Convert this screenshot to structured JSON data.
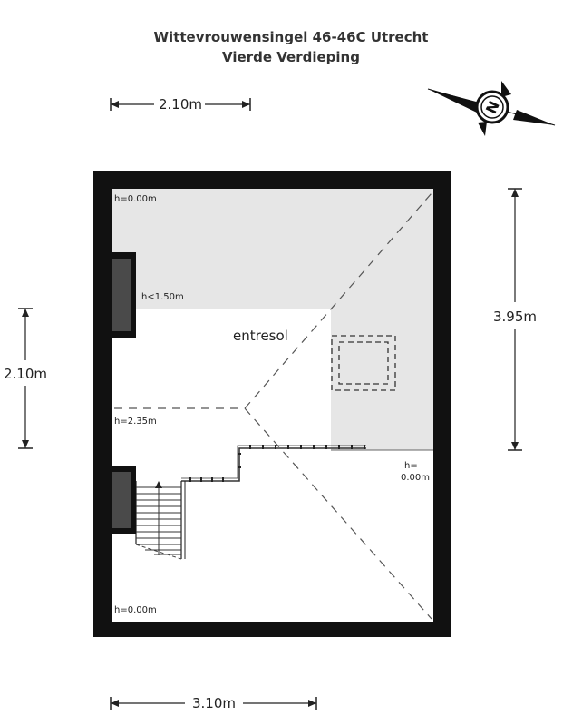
{
  "header": {
    "address": "Wittevrouwensingel 46-46C Utrecht",
    "floor": "Vierde Verdieping"
  },
  "dimensions": {
    "top_width": "2.10m",
    "right_height": "3.95m",
    "left_height": "2.10m",
    "bottom_width": "3.10m"
  },
  "room": {
    "name": "entresol"
  },
  "heights": {
    "top_left": "h=0.00m",
    "under_window": "h<1.50m",
    "middle": "h=2.35m",
    "right_label_line1": "h=",
    "right_label_line2": "0.00m",
    "bottom_left": "h=0.00m"
  },
  "compass": {
    "letter": "N"
  },
  "colors": {
    "wall": "#111111",
    "window": "#4a4a4a",
    "low_ceiling_area": "#e6e6e6",
    "room_floor": "#ffffff",
    "dash": "#555555"
  }
}
